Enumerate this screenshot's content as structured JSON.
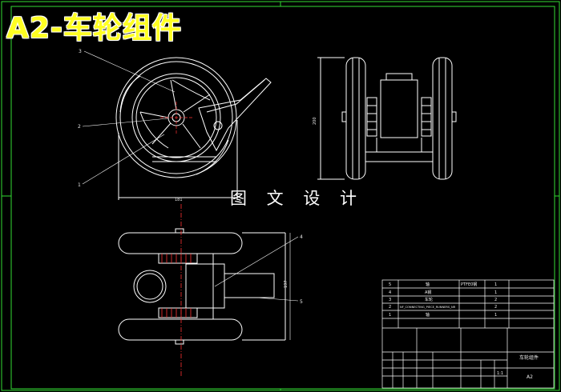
{
  "title": "A2-车轮组件",
  "watermark": "图 文 设 计",
  "callouts": {
    "front_view": [
      "3",
      "2",
      "1"
    ],
    "plan_view": [
      "4",
      "5"
    ]
  },
  "dimensions": {
    "front_width": "181",
    "side_height": "200",
    "plan_height": "197"
  },
  "parts_list": [
    {
      "no": "5",
      "name": "轴",
      "material": "PTFE0钢",
      "qty": "1"
    },
    {
      "no": "4",
      "name": "A钢",
      "material": "",
      "qty": "1"
    },
    {
      "no": "3",
      "name": "车轮",
      "material": "",
      "qty": "2"
    },
    {
      "no": "2",
      "name": "NF_CONNECTING_PIECE_RUNNERS_NR",
      "material": "",
      "qty": "2"
    },
    {
      "no": "1",
      "name": "轴",
      "material": "",
      "qty": "1"
    }
  ],
  "title_block": {
    "drawing_name": "车轮组件",
    "scale": "1:1",
    "sheet": "A2"
  },
  "colors": {
    "background": "#000000",
    "border": "#33dd33",
    "lines": "#ffffff",
    "centerline": "#ff3333",
    "title": "#ffff22"
  }
}
